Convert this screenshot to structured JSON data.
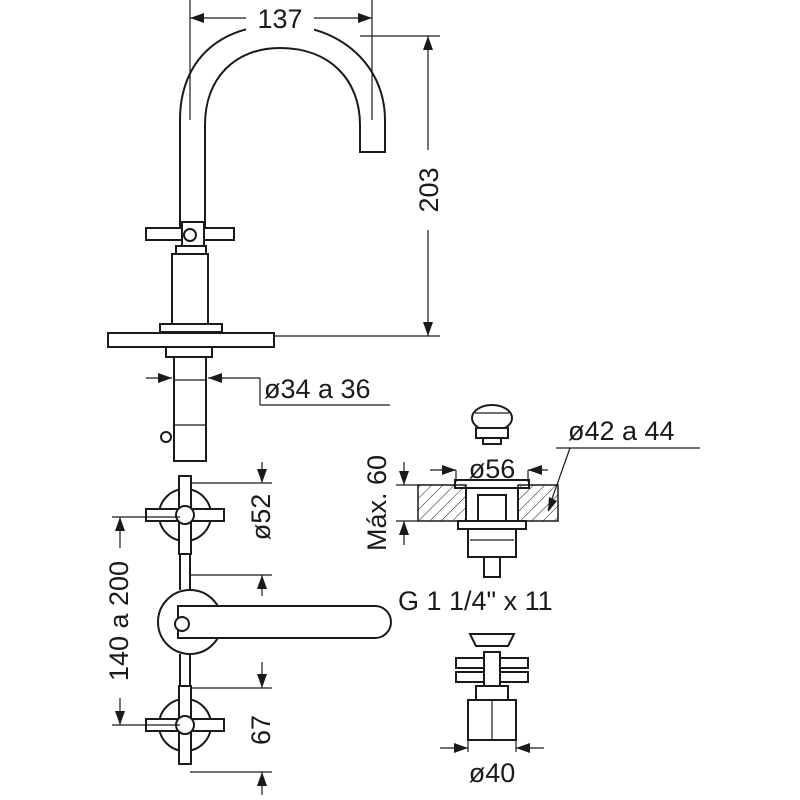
{
  "dimensions": {
    "spout_reach": "137",
    "spout_height": "203",
    "mounting_diameter": "ø34 a 36",
    "drain_flange_diameter": "ø42 a 44",
    "drain_body_diameter": "ø56",
    "max_thickness": "Máx. 60",
    "drain_thread": "G 1 1/4\" x 11",
    "handle_diameter": "ø52",
    "handle_spacing": "140 a 200",
    "handle_height": "67",
    "bottom_diameter": "ø40"
  }
}
